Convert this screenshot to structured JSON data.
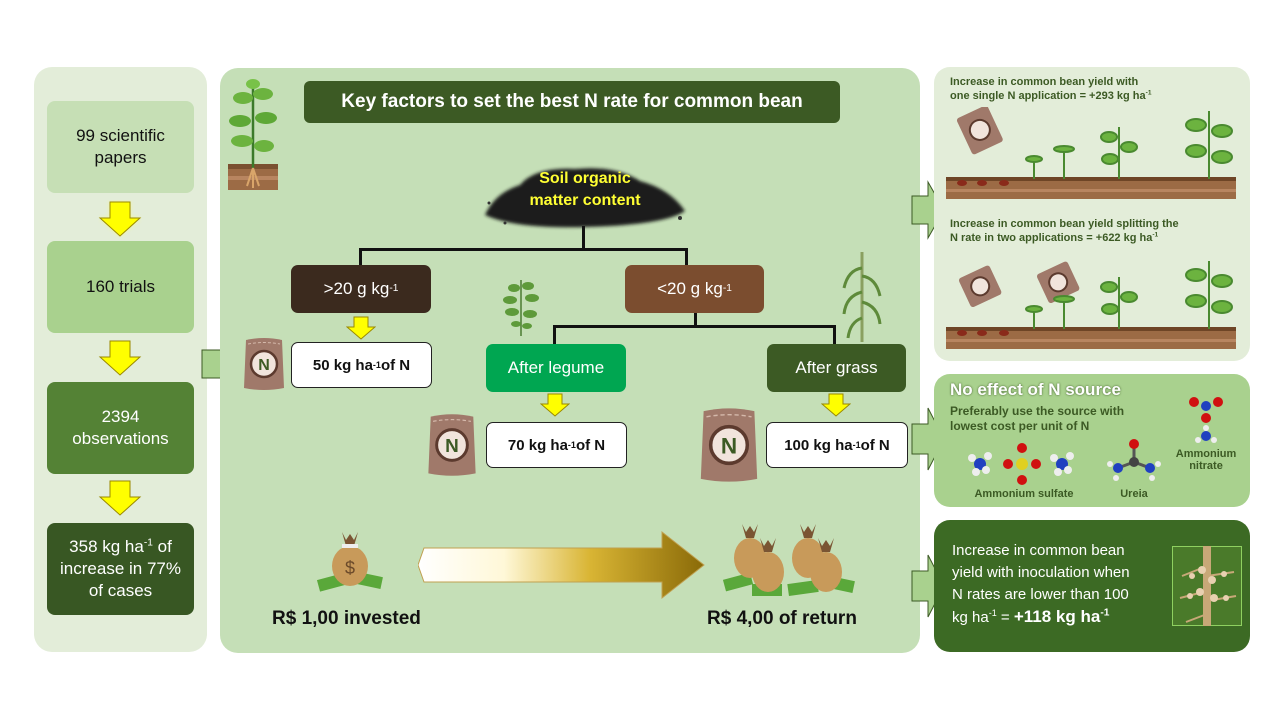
{
  "left_flow": {
    "steps": [
      {
        "text": "99 scientific papers"
      },
      {
        "text": "160 trials"
      },
      {
        "text": "2394 observations"
      },
      {
        "text_pre": "358 kg ha",
        "sup": "-1",
        "text_post": " of increase in 77% of cases"
      }
    ]
  },
  "center": {
    "title": "Key factors to set the best N rate for common bean",
    "root": {
      "line1": "Soil organic",
      "line2": "matter content"
    },
    "branch_high": {
      "label": ">20 g kg",
      "sup": "-1",
      "rate_pre": "50 kg ha",
      "rate_sup": "-1",
      "rate_post": " of N"
    },
    "branch_low": {
      "label": "<20 g kg",
      "sup": "-1"
    },
    "after_legume": {
      "label": "After legume",
      "rate_pre": "70 kg ha",
      "rate_sup": "-1",
      "rate_post": " of N"
    },
    "after_grass": {
      "label": "After grass",
      "rate_pre": "100 kg ha",
      "rate_sup": "-1",
      "rate_post": " of N"
    },
    "bag_letter": "N",
    "investment": {
      "invested": "R$ 1,00 invested",
      "return": "R$ 4,00 of return",
      "currency_symbol": "$"
    }
  },
  "right": {
    "single_app": {
      "line1": "Increase in common bean yield with",
      "line2_pre": "one single N application = +293 kg ha",
      "line2_sup": "-1"
    },
    "split_app": {
      "line1": "Increase in common bean yield splitting the",
      "line2_pre": "N rate in two applications = +622 kg ha",
      "line2_sup": "-1"
    },
    "n_source": {
      "title": "No effect of N source",
      "subtitle_line1": "Preferably use the source with",
      "subtitle_line2": "lowest cost per unit of N",
      "chemicals": [
        "Ammonium sulfate",
        "Ureia",
        "Ammonium",
        "nitrate"
      ]
    },
    "inoculation": {
      "line1": "Increase in common bean",
      "line2": "yield with inoculation when",
      "line3": "N rates are lower than 100",
      "line4_pre": "kg ha",
      "line4_sup": "-1",
      "line4_mid": " = ",
      "line4_bold": "+118 kg ha",
      "line4_bold_sup": "-1"
    }
  },
  "colors": {
    "panel_light": "#e3edd9",
    "panel_mid": "#c5dfb7",
    "dark_green": "#3c5a24",
    "mid_green": "#548235",
    "bright_green": "#00a651",
    "dark_brown": "#3b2a1e",
    "brown": "#7b4d2f",
    "arrow_yellow": "#ffff00"
  }
}
